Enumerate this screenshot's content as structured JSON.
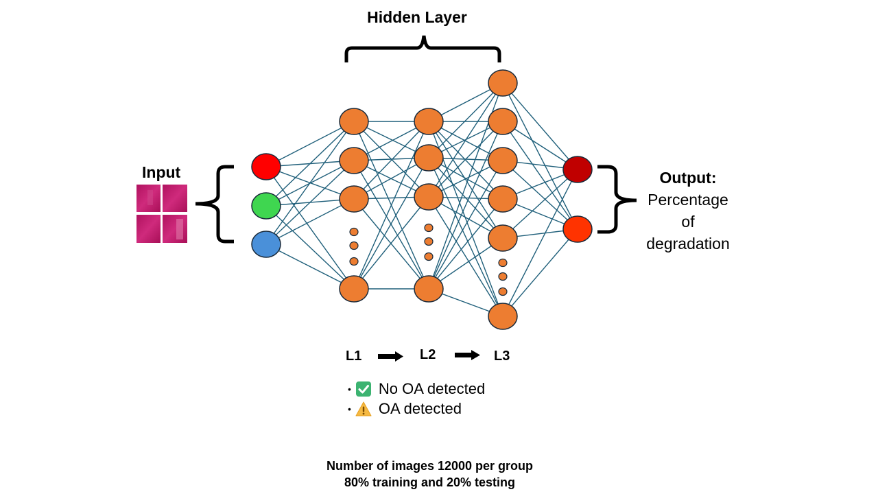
{
  "diagram": {
    "title": "Hidden Layer",
    "input_label": "Input",
    "output_label_lines": [
      "Output:",
      "Percentage",
      "of",
      "degradation"
    ],
    "layer_labels": [
      "L1",
      "L2",
      "L3"
    ],
    "legend": [
      {
        "icon": "check-mark-icon",
        "text": "No OA detected"
      },
      {
        "icon": "warning-icon",
        "text": "OA detected"
      }
    ],
    "footnote_lines": [
      "Number of images 12000 per group",
      "80% training and 20% testing"
    ],
    "colors": {
      "hidden_node": "#ed7d31",
      "input_nodes": [
        "#ff0000",
        "#3fd650",
        "#4a90d9"
      ],
      "output_nodes": [
        "#c00000",
        "#ff3300"
      ],
      "edge": "#1f5f7a",
      "thumbnail": "#c2186b"
    }
  }
}
